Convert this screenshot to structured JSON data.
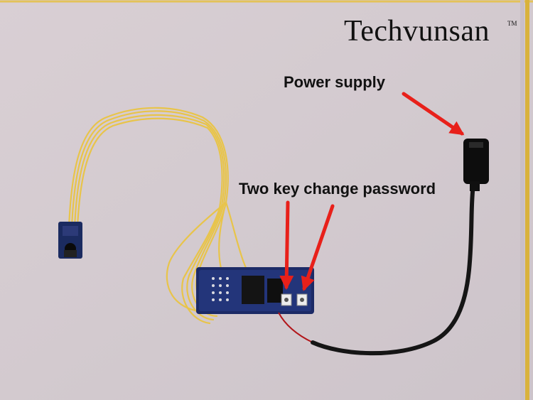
{
  "brand": {
    "name": "Techvunsan",
    "trademark": "TM"
  },
  "annotations": {
    "power_supply": "Power supply",
    "keys": "Two key change password"
  },
  "colors": {
    "background": "#d6cdd2",
    "wire": "#e8c44a",
    "board": "#1c2a66",
    "cable": "#151515",
    "arrow": "#e8201a",
    "frame": "#d9b23c"
  },
  "objects": [
    "frame",
    "infrared-sensor",
    "yellow-wires",
    "control-board",
    "button-left",
    "button-right",
    "dc-cable",
    "dc-jack"
  ]
}
